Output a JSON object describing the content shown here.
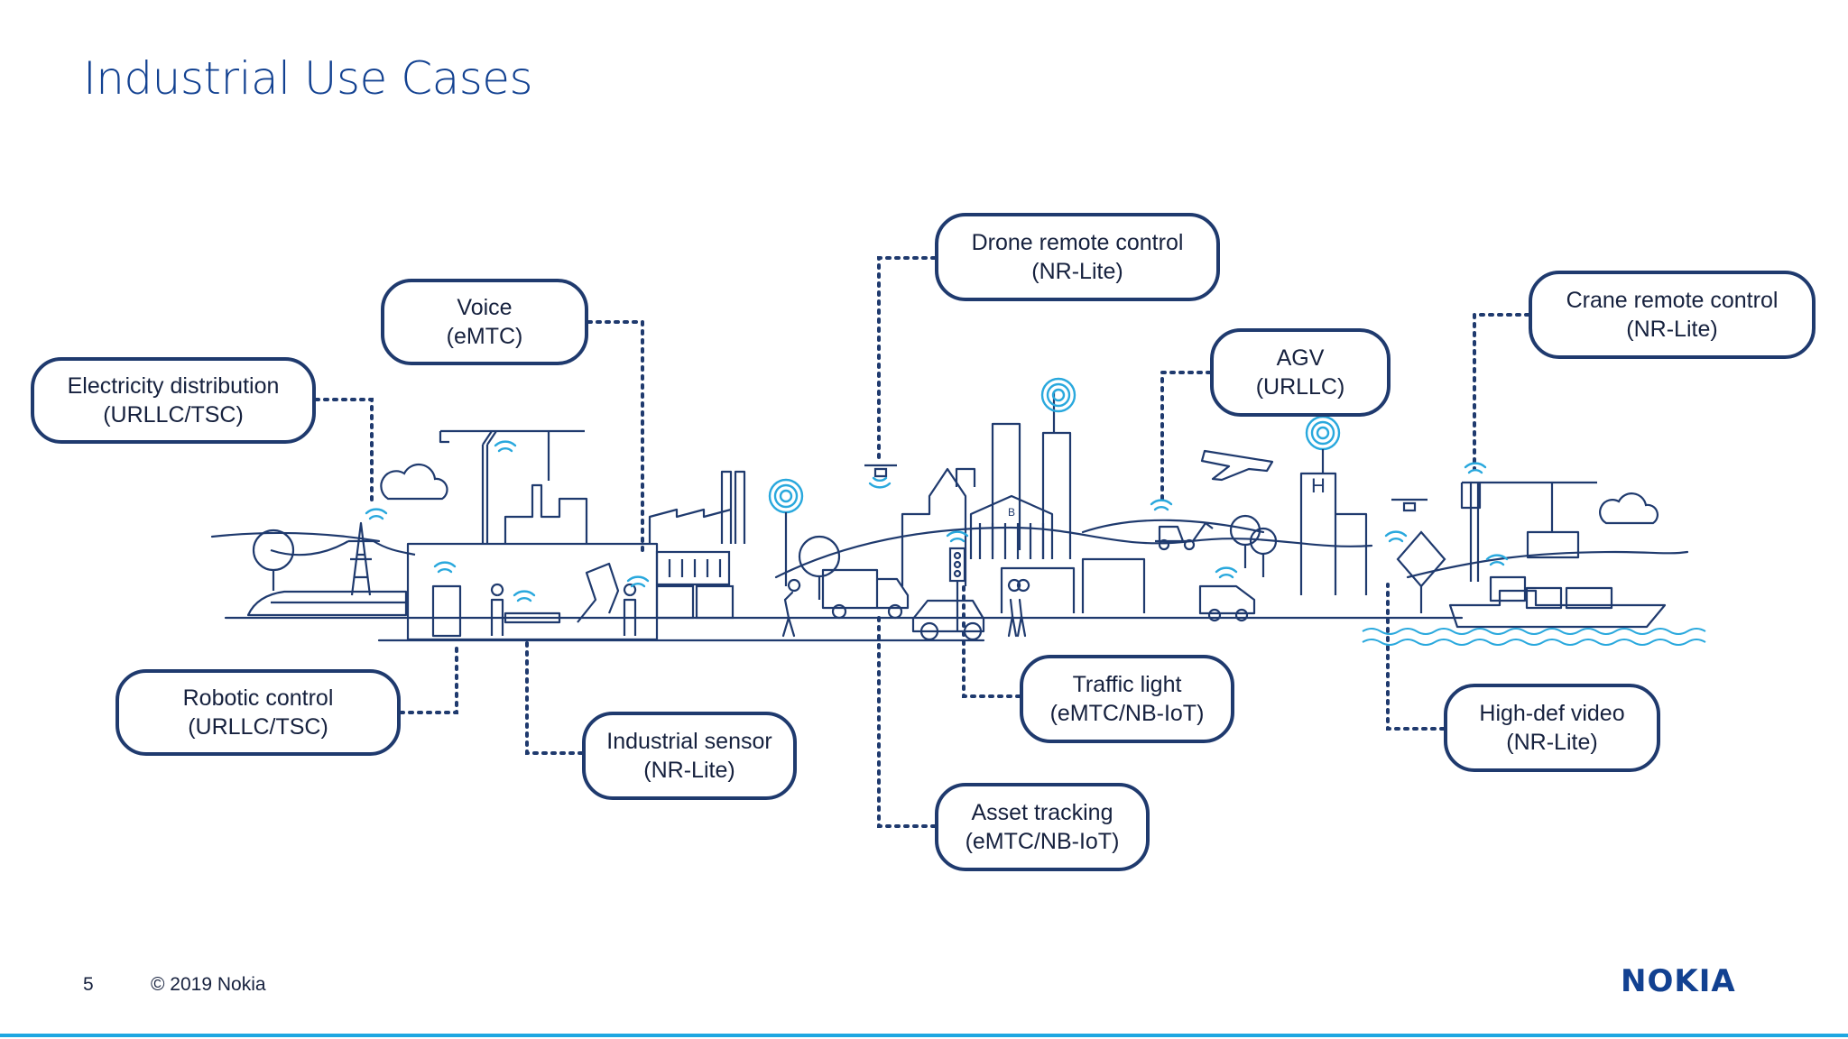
{
  "slide": {
    "title": "Industrial Use Cases"
  },
  "callouts": [
    {
      "id": "electricity",
      "name": "Electricity distribution",
      "tech": "(URLLC/TSC)"
    },
    {
      "id": "voice",
      "name": "Voice",
      "tech": "(eMTC)"
    },
    {
      "id": "drone",
      "name": "Drone remote control",
      "tech": "(NR-Lite)"
    },
    {
      "id": "agv",
      "name": "AGV",
      "tech": "(URLLC)"
    },
    {
      "id": "crane",
      "name": "Crane remote control",
      "tech": "(NR-Lite)"
    },
    {
      "id": "robotic",
      "name": "Robotic control",
      "tech": "(URLLC/TSC)"
    },
    {
      "id": "sensor",
      "name": "Industrial sensor",
      "tech": "(NR-Lite)"
    },
    {
      "id": "traffic",
      "name": "Traffic light",
      "tech": "(eMTC/NB-IoT)"
    },
    {
      "id": "asset",
      "name": "Asset tracking",
      "tech": "(eMTC/NB-IoT)"
    },
    {
      "id": "video",
      "name": "High-def video",
      "tech": "(NR-Lite)"
    }
  ],
  "illustration": {
    "hospital_sign": "H",
    "bank_sign": "B"
  },
  "footer": {
    "page_number": "5",
    "copyright": "© 2019 Nokia",
    "logo": "NOKIA"
  },
  "colors": {
    "title": "#124191",
    "outline": "#1f3a6e",
    "wifi": "#29a8dd",
    "bottom_bar": "#1ea7e1"
  }
}
